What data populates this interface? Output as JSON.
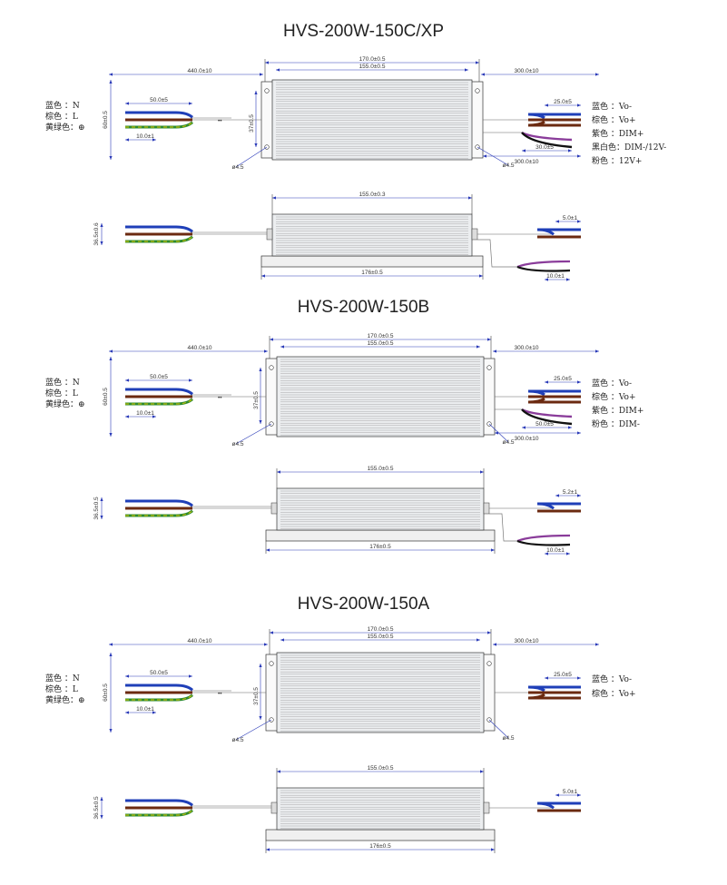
{
  "sections": [
    {
      "title": "HVS-200W-150C/XP",
      "top": {
        "overall_w": "170.0±0.5",
        "mount_w": "155.0±0.5",
        "left_cable": "440.0±10",
        "right_cable": "300.0±10",
        "right_cable_b": "300.0±10",
        "strip_in": "50.0±5",
        "strip_tip": "10.0±1",
        "height": "60±0.5",
        "hole_pitch": "37±0.5",
        "hole_d": "ø4.5",
        "strip_out": "25.0±5",
        "strip_out2": "30.0±5"
      },
      "input_labels": [
        "蓝色 ：N",
        "棕色 ：L",
        "黄绿色：⊕"
      ],
      "output_labels": [
        "蓝色 ：Vo-",
        "棕色 ：Vo+",
        "紫色 ：DIM+",
        "黑白色：DIM-/12V-",
        "粉色 ：12V+"
      ],
      "side": {
        "width": "155.0±0.3",
        "base": "176±0.5",
        "height": "36.5±0.6",
        "tip": "5.0±1",
        "tip2": "10.0±1"
      }
    },
    {
      "title": "HVS-200W-150B",
      "top": {
        "overall_w": "170.0±0.5",
        "mount_w": "155.0±0.5",
        "left_cable": "440.0±10",
        "right_cable": "300.0±10",
        "right_cable_b": "300.0±10",
        "strip_in": "50.0±5",
        "strip_tip": "10.0±1",
        "height": "60±0.5",
        "hole_pitch": "37±0.5",
        "hole_d": "ø4.5",
        "strip_out": "25.0±5",
        "strip_out2": "50.0±5"
      },
      "input_labels": [
        "蓝色 ：N",
        "棕色 ：L",
        "黄绿色：⊕"
      ],
      "output_labels": [
        "蓝色 ：Vo-",
        "棕色 ：Vo+",
        "紫色 ：DIM+",
        "粉色 ：DIM-"
      ],
      "side": {
        "width": "155.0±0.5",
        "base": "176±0.5",
        "height": "36.5±0.5",
        "tip": "5.2±1",
        "tip2": "10.0±1"
      }
    },
    {
      "title": "HVS-200W-150A",
      "top": {
        "overall_w": "170.0±0.5",
        "mount_w": "155.0±0.5",
        "left_cable": "440.0±10",
        "right_cable": "300.0±10",
        "right_cable_b": "",
        "strip_in": "50.0±5",
        "strip_tip": "10.0±1",
        "height": "60±0.5",
        "hole_pitch": "37±0.5",
        "hole_d": "ø4.5",
        "strip_out": "25.0±5",
        "strip_out2": ""
      },
      "input_labels": [
        "蓝色 ：N",
        "棕色 ：L",
        "黄绿色：⊕"
      ],
      "output_labels": [
        "蓝色 ：Vo-",
        "棕色 ：Vo+"
      ],
      "side": {
        "width": "155.0±0.5",
        "base": "176±0.5",
        "height": "36.5±0.5",
        "tip": "5.0±1",
        "tip2": ""
      }
    }
  ],
  "colors": {
    "blue": "#1f3fb8",
    "brown": "#6b2a10",
    "green": "#2e8b2e",
    "yellow": "#d8c400",
    "purple": "#8a3c9a",
    "pink": "#e07ab0",
    "black": "#111111",
    "dim": "#2a3ab8"
  }
}
